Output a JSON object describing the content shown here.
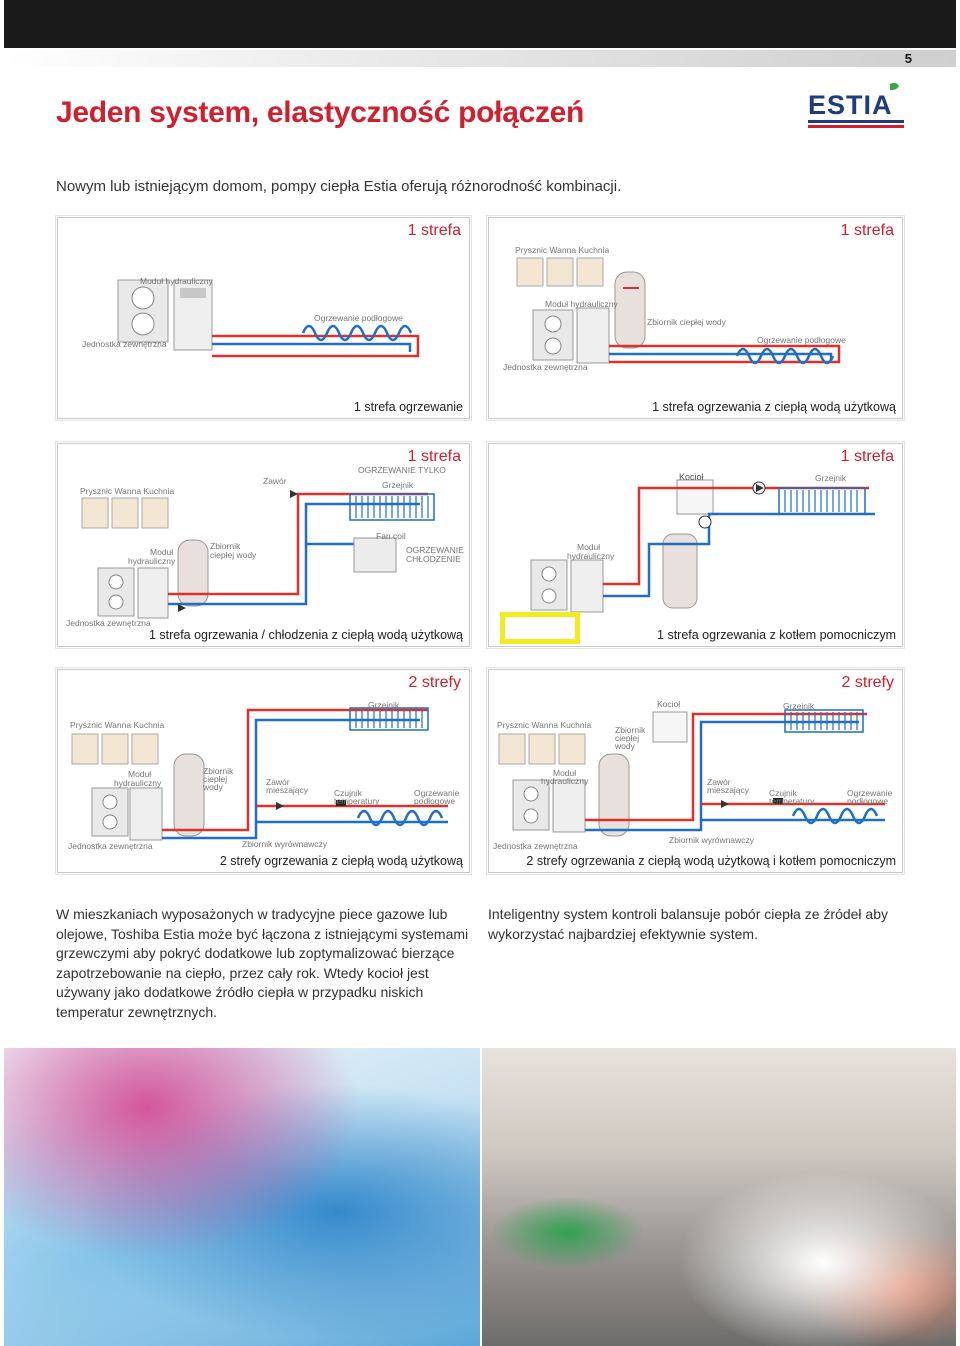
{
  "header": {
    "page_number": "5"
  },
  "title": "Jeden system, elastyczność połączeń",
  "logo": {
    "text": "ESTIA",
    "colors": {
      "blue": "#1f3d7a",
      "red": "#d0202e"
    }
  },
  "intro": "Nowym lub istniejącym domom, pompy ciepła Estia oferują różnorodność kombinacji.",
  "panels": [
    {
      "zone": "1 strefa",
      "caption": "1 strefa ogrzewanie",
      "labels": {
        "module": "Moduł hydrauliczny",
        "floor": "Ogrzewanie podłogowe",
        "outdoor": "Jednostka zewnętrzna"
      }
    },
    {
      "zone": "1 strefa",
      "caption": "1 strefa ogrzewania z ciepłą wodą użytkową",
      "labels": {
        "fixtures": "Prysznic  Wanna  Kuchnia",
        "module": "Moduł hydrauliczny",
        "tank": "Zbiornik ciepłej wody",
        "floor": "Ogrzewanie podłogowe",
        "outdoor": "Jednostka zewnętrzna"
      }
    },
    {
      "zone": "1 strefa",
      "caption": "1 strefa ogrzewania / chłodzenia z ciepłą wodą użytkową",
      "labels": {
        "fixtures": "Prysznic  Wanna  Kuchnia",
        "valve": "Zawór",
        "heating_only": "OGRZEWANIE TYLKO",
        "radiator": "Grzejnik",
        "fancoil": "Fan coil",
        "heat_cool_1": "OGRZEWANIE",
        "heat_cool_2": "CHŁODZENIE",
        "module_1": "Moduł",
        "module_2": "hydrauliczny",
        "tank_1": "Zbiornik",
        "tank_2": "ciepłej wody",
        "outdoor": "Jednostka zewnętrzna"
      }
    },
    {
      "zone": "1 strefa",
      "caption": "1 strefa ogrzewania z kotłem pomocniczym",
      "labels": {
        "boiler": "Kocioł",
        "radiator": "Grzejnik",
        "module_1": "Moduł",
        "module_2": "hydrauliczny"
      }
    },
    {
      "zone": "2 strefy",
      "caption": "2 strefy ogrzewania z ciepłą wodą użytkową",
      "labels": {
        "fixtures": "Prysznic   Wanna   Kuchnia",
        "radiator": "Grzejnik",
        "module_1": "Moduł",
        "module_2": "hydrauliczny",
        "tank_1": "Zbiornik",
        "tank_2": "ciepłej",
        "tank_3": "wody",
        "mixer_1": "Zawór",
        "mixer_2": "mieszający",
        "sensor_1": "Czujnik",
        "sensor_2": "temperatury",
        "floor_1": "Ogrzewanie",
        "floor_2": "podłogowe",
        "buffer": "Zbiornik wyrównawczy",
        "outdoor": "Jednostka zewnętrzna"
      }
    },
    {
      "zone": "2 strefy",
      "caption": "2 strefy ogrzewania z ciepłą wodą użytkową i kotłem pomocniczym",
      "labels": {
        "fixtures": "Prysznic   Wanna Kuchnia",
        "boiler": "Kocioł",
        "radiator": "Grzejnik",
        "tank_1": "Zbiornik",
        "tank_2": "ciepłej",
        "tank_3": "wody",
        "module_1": "Moduł",
        "module_2": "hydrauliczny",
        "mixer_1": "Zawór",
        "mixer_2": "mieszający",
        "sensor_1": "Czujnik",
        "sensor_2": "temperatury",
        "floor_1": "Ogrzewanie",
        "floor_2": "podłogowe",
        "buffer": "Zbiornik wyrównawczy",
        "outdoor": "Jednostka zewnętrzna"
      }
    }
  ],
  "body": {
    "left": "W mieszkaniach wyposażonych w tradycyjne piece gazowe lub olejowe, Toshiba Estia może być łączona z istniejącymi systemami grzewczymi aby pokryć dodatkowe lub zoptymalizować bierzące zapotrzebowanie na ciepło, przez cały rok. Wtedy kocioł jest używany jako dodatkowe źródło ciepła w przypadku niskich temperatur zewnętrznych.",
    "right": "Inteligentny system kontroli balansuje pobór ciepła ze  źródeł aby wykorzystać najbardziej efektywnie system."
  },
  "colors": {
    "accent": "#d0202e",
    "pipe_hot": "#e0302a",
    "pipe_cold": "#1f6fc4",
    "pipe_green": "#22a04a"
  }
}
